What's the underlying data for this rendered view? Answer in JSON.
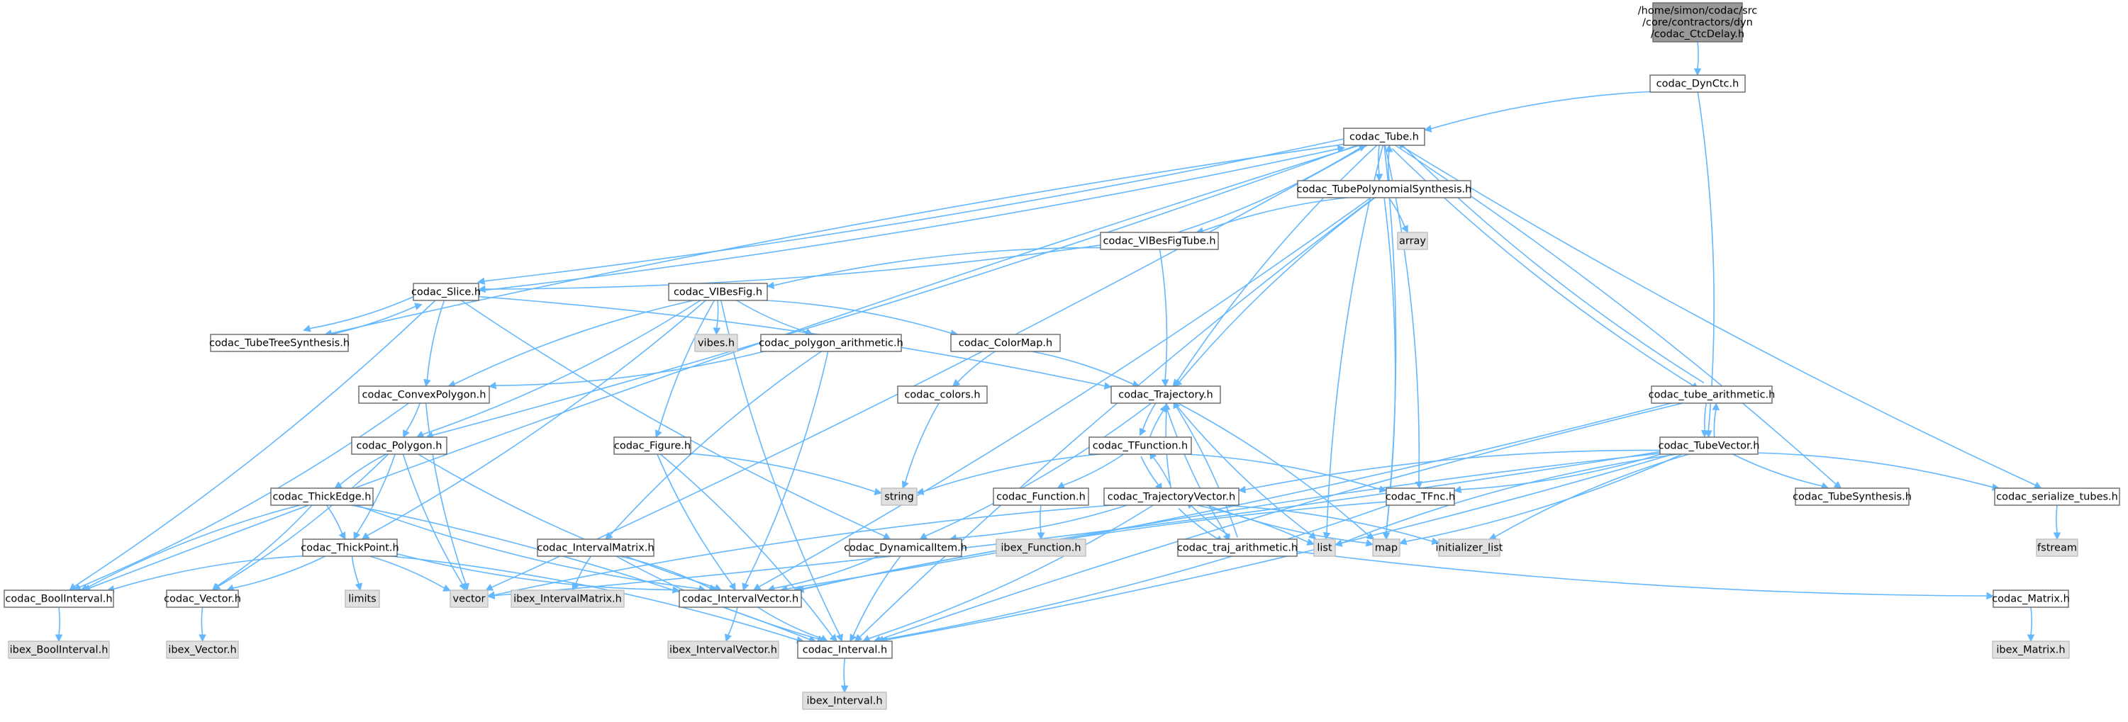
{
  "colors": {
    "edge": "#63b8ff",
    "node_fill": "#ffffff",
    "node_border": "#666666",
    "root_fill": "#999999",
    "root_border": "#666666",
    "external_fill": "#e0e0e0",
    "external_border": "#bfbfbf",
    "text": "#000000"
  },
  "nodes": [
    {
      "id": "root",
      "kind": "root",
      "lines": [
        "/home/simon/codac/src",
        "/core/contractors/dyn",
        "/codac_CtcDelay.h"
      ]
    },
    {
      "id": "DynCtc",
      "kind": "file",
      "lines": [
        "codac_DynCtc.h"
      ]
    },
    {
      "id": "Tube",
      "kind": "file",
      "lines": [
        "codac_Tube.h"
      ]
    },
    {
      "id": "TubePolynomialSynthesis",
      "kind": "file",
      "lines": [
        "codac_TubePolynomialSynthesis.h"
      ]
    },
    {
      "id": "array",
      "kind": "external",
      "lines": [
        "array"
      ]
    },
    {
      "id": "VIBesFigTube",
      "kind": "file",
      "lines": [
        "codac_VIBesFigTube.h"
      ]
    },
    {
      "id": "Slice",
      "kind": "file",
      "lines": [
        "codac_Slice.h"
      ]
    },
    {
      "id": "VIBesFig",
      "kind": "file",
      "lines": [
        "codac_VIBesFig.h"
      ]
    },
    {
      "id": "TubeTreeSynthesis",
      "kind": "file",
      "lines": [
        "codac_TubeTreeSynthesis.h"
      ]
    },
    {
      "id": "vibes",
      "kind": "external",
      "lines": [
        "vibes.h"
      ]
    },
    {
      "id": "polygon_arithmetic",
      "kind": "file",
      "lines": [
        "codac_polygon_arithmetic.h"
      ]
    },
    {
      "id": "ColorMap",
      "kind": "file",
      "lines": [
        "codac_ColorMap.h"
      ]
    },
    {
      "id": "ConvexPolygon",
      "kind": "file",
      "lines": [
        "codac_ConvexPolygon.h"
      ]
    },
    {
      "id": "colors",
      "kind": "file",
      "lines": [
        "codac_colors.h"
      ]
    },
    {
      "id": "Trajectory",
      "kind": "file",
      "lines": [
        "codac_Trajectory.h"
      ]
    },
    {
      "id": "tube_arithmetic",
      "kind": "file",
      "lines": [
        "codac_tube_arithmetic.h"
      ]
    },
    {
      "id": "Polygon",
      "kind": "file",
      "lines": [
        "codac_Polygon.h"
      ]
    },
    {
      "id": "Figure",
      "kind": "file",
      "lines": [
        "codac_Figure.h"
      ]
    },
    {
      "id": "TFunction",
      "kind": "file",
      "lines": [
        "codac_TFunction.h"
      ]
    },
    {
      "id": "TubeVector",
      "kind": "file",
      "lines": [
        "codac_TubeVector.h"
      ]
    },
    {
      "id": "string",
      "kind": "external",
      "lines": [
        "string"
      ]
    },
    {
      "id": "ThickEdge",
      "kind": "file",
      "lines": [
        "codac_ThickEdge.h"
      ]
    },
    {
      "id": "Function",
      "kind": "file",
      "lines": [
        "codac_Function.h"
      ]
    },
    {
      "id": "TrajectoryVector",
      "kind": "file",
      "lines": [
        "codac_TrajectoryVector.h"
      ]
    },
    {
      "id": "TFnc",
      "kind": "file",
      "lines": [
        "codac_TFnc.h"
      ]
    },
    {
      "id": "TubeSynthesis",
      "kind": "file",
      "lines": [
        "codac_TubeSynthesis.h"
      ]
    },
    {
      "id": "serialize_tubes",
      "kind": "file",
      "lines": [
        "codac_serialize_tubes.h"
      ]
    },
    {
      "id": "ibex_Function",
      "kind": "external",
      "lines": [
        "ibex_Function.h"
      ]
    },
    {
      "id": "IntervalMatrix",
      "kind": "file",
      "lines": [
        "codac_IntervalMatrix.h"
      ]
    },
    {
      "id": "ThickPoint",
      "kind": "file",
      "lines": [
        "codac_ThickPoint.h"
      ]
    },
    {
      "id": "DynamicalItem",
      "kind": "file",
      "lines": [
        "codac_DynamicalItem.h"
      ]
    },
    {
      "id": "traj_arithmetic",
      "kind": "file",
      "lines": [
        "codac_traj_arithmetic.h"
      ]
    },
    {
      "id": "list",
      "kind": "external",
      "lines": [
        "list"
      ]
    },
    {
      "id": "map",
      "kind": "external",
      "lines": [
        "map"
      ]
    },
    {
      "id": "initializer_list",
      "kind": "external",
      "lines": [
        "initializer_list"
      ]
    },
    {
      "id": "fstream",
      "kind": "external",
      "lines": [
        "fstream"
      ]
    },
    {
      "id": "BoolInterval",
      "kind": "file",
      "lines": [
        "codac_BoolInterval.h"
      ]
    },
    {
      "id": "limits",
      "kind": "external",
      "lines": [
        "limits"
      ]
    },
    {
      "id": "Vector",
      "kind": "file",
      "lines": [
        "codac_Vector.h"
      ]
    },
    {
      "id": "vector",
      "kind": "external",
      "lines": [
        "vector"
      ]
    },
    {
      "id": "ibex_IntervalMatrix",
      "kind": "external",
      "lines": [
        "ibex_IntervalMatrix.h"
      ]
    },
    {
      "id": "IntervalVector",
      "kind": "file",
      "lines": [
        "codac_IntervalVector.h"
      ]
    },
    {
      "id": "Matrix",
      "kind": "file",
      "lines": [
        "codac_Matrix.h"
      ]
    },
    {
      "id": "ibex_BoolInterval",
      "kind": "external",
      "lines": [
        "ibex_BoolInterval.h"
      ]
    },
    {
      "id": "ibex_Vector",
      "kind": "external",
      "lines": [
        "ibex_Vector.h"
      ]
    },
    {
      "id": "ibex_IntervalVector",
      "kind": "external",
      "lines": [
        "ibex_IntervalVector.h"
      ]
    },
    {
      "id": "Interval",
      "kind": "file",
      "lines": [
        "codac_Interval.h"
      ]
    },
    {
      "id": "ibex_Matrix",
      "kind": "external",
      "lines": [
        "ibex_Matrix.h"
      ]
    },
    {
      "id": "ibex_Interval",
      "kind": "external",
      "lines": [
        "ibex_Interval.h"
      ]
    }
  ],
  "edges": [
    [
      "root",
      "DynCtc"
    ],
    [
      "DynCtc",
      "Tube"
    ],
    [
      "DynCtc",
      "TubeVector"
    ],
    [
      "Tube",
      "TubePolynomialSynthesis"
    ],
    [
      "Tube",
      "Slice"
    ],
    [
      "Tube",
      "TubeTreeSynthesis"
    ],
    [
      "Tube",
      "Polygon"
    ],
    [
      "Tube",
      "BoolInterval"
    ],
    [
      "Tube",
      "vector"
    ],
    [
      "Tube",
      "Trajectory"
    ],
    [
      "Tube",
      "TFnc"
    ],
    [
      "Tube",
      "list"
    ],
    [
      "Tube",
      "map"
    ],
    [
      "Tube",
      "tube_arithmetic"
    ],
    [
      "Tube",
      "TubeSynthesis"
    ],
    [
      "Tube",
      "serialize_tubes"
    ],
    [
      "TubePolynomialSynthesis",
      "Tube"
    ],
    [
      "TubePolynomialSynthesis",
      "VIBesFigTube"
    ],
    [
      "TubePolynomialSynthesis",
      "array"
    ],
    [
      "TubePolynomialSynthesis",
      "Trajectory"
    ],
    [
      "TubePolynomialSynthesis",
      "map"
    ],
    [
      "TubePolynomialSynthesis",
      "Interval"
    ],
    [
      "TubePolynomialSynthesis",
      "IntervalVector"
    ],
    [
      "VIBesFigTube",
      "Tube"
    ],
    [
      "VIBesFigTube",
      "Slice"
    ],
    [
      "VIBesFigTube",
      "VIBesFig"
    ],
    [
      "VIBesFigTube",
      "Trajectory"
    ],
    [
      "Slice",
      "Tube"
    ],
    [
      "Slice",
      "TubeTreeSynthesis"
    ],
    [
      "Slice",
      "ConvexPolygon"
    ],
    [
      "Slice",
      "Trajectory"
    ],
    [
      "Slice",
      "DynamicalItem"
    ],
    [
      "Slice",
      "BoolInterval"
    ],
    [
      "TubeTreeSynthesis",
      "Slice"
    ],
    [
      "VIBesFig",
      "vibes"
    ],
    [
      "VIBesFig",
      "polygon_arithmetic"
    ],
    [
      "VIBesFig",
      "ColorMap"
    ],
    [
      "VIBesFig",
      "ConvexPolygon"
    ],
    [
      "VIBesFig",
      "Polygon"
    ],
    [
      "VIBesFig",
      "Figure"
    ],
    [
      "VIBesFig",
      "ThickPoint"
    ],
    [
      "VIBesFig",
      "Interval"
    ],
    [
      "polygon_arithmetic",
      "ConvexPolygon"
    ],
    [
      "polygon_arithmetic",
      "IntervalMatrix"
    ],
    [
      "polygon_arithmetic",
      "IntervalVector"
    ],
    [
      "ColorMap",
      "colors"
    ],
    [
      "ColorMap",
      "Trajectory"
    ],
    [
      "colors",
      "string"
    ],
    [
      "ConvexPolygon",
      "Polygon"
    ],
    [
      "ConvexPolygon",
      "vector"
    ],
    [
      "ConvexPolygon",
      "BoolInterval"
    ],
    [
      "Polygon",
      "ThickEdge"
    ],
    [
      "Polygon",
      "ThickPoint"
    ],
    [
      "Polygon",
      "vector"
    ],
    [
      "Polygon",
      "Vector"
    ],
    [
      "Polygon",
      "IntervalVector"
    ],
    [
      "Figure",
      "string"
    ],
    [
      "Figure",
      "IntervalVector"
    ],
    [
      "Figure",
      "Interval"
    ],
    [
      "Trajectory",
      "TFunction"
    ],
    [
      "Trajectory",
      "DynamicalItem"
    ],
    [
      "Trajectory",
      "list"
    ],
    [
      "Trajectory",
      "map"
    ],
    [
      "Trajectory",
      "traj_arithmetic"
    ],
    [
      "TFunction",
      "Trajectory"
    ],
    [
      "TFunction",
      "string"
    ],
    [
      "TFunction",
      "Function"
    ],
    [
      "TFunction",
      "TrajectoryVector"
    ],
    [
      "TFunction",
      "TFnc"
    ],
    [
      "Function",
      "ibex_Function"
    ],
    [
      "TrajectoryVector",
      "Trajectory"
    ],
    [
      "TrajectoryVector",
      "TFunction"
    ],
    [
      "TrajectoryVector",
      "DynamicalItem"
    ],
    [
      "TrajectoryVector",
      "traj_arithmetic"
    ],
    [
      "TrajectoryVector",
      "list"
    ],
    [
      "TrajectoryVector",
      "map"
    ],
    [
      "TrajectoryVector",
      "initializer_list"
    ],
    [
      "TrajectoryVector",
      "vector"
    ],
    [
      "TrajectoryVector",
      "Interval"
    ],
    [
      "traj_arithmetic",
      "Trajectory"
    ],
    [
      "traj_arithmetic",
      "TrajectoryVector"
    ],
    [
      "traj_arithmetic",
      "Matrix"
    ],
    [
      "tube_arithmetic",
      "Tube"
    ],
    [
      "tube_arithmetic",
      "TubeVector"
    ],
    [
      "tube_arithmetic",
      "IntervalVector"
    ],
    [
      "tube_arithmetic",
      "Interval"
    ],
    [
      "TubeVector",
      "tube_arithmetic"
    ],
    [
      "TubeVector",
      "TrajectoryVector"
    ],
    [
      "TubeVector",
      "TFnc"
    ],
    [
      "TubeVector",
      "TubeSynthesis"
    ],
    [
      "TubeVector",
      "serialize_tubes"
    ],
    [
      "TubeVector",
      "list"
    ],
    [
      "TubeVector",
      "map"
    ],
    [
      "TubeVector",
      "initializer_list"
    ],
    [
      "TubeVector",
      "vector"
    ],
    [
      "TubeVector",
      "IntervalVector"
    ],
    [
      "TubeVector",
      "Interval"
    ],
    [
      "TFnc",
      "IntervalVector"
    ],
    [
      "TFnc",
      "Interval"
    ],
    [
      "serialize_tubes",
      "fstream"
    ],
    [
      "ThickEdge",
      "ThickPoint"
    ],
    [
      "ThickEdge",
      "BoolInterval"
    ],
    [
      "ThickEdge",
      "Vector"
    ],
    [
      "ThickEdge",
      "IntervalVector"
    ],
    [
      "ThickEdge",
      "Interval"
    ],
    [
      "ThickPoint",
      "limits"
    ],
    [
      "ThickPoint",
      "vector"
    ],
    [
      "ThickPoint",
      "BoolInterval"
    ],
    [
      "ThickPoint",
      "Vector"
    ],
    [
      "ThickPoint",
      "IntervalVector"
    ],
    [
      "ThickPoint",
      "Interval"
    ],
    [
      "IntervalMatrix",
      "ibex_IntervalMatrix"
    ],
    [
      "IntervalMatrix",
      "IntervalVector"
    ],
    [
      "IntervalMatrix",
      "Interval"
    ],
    [
      "DynamicalItem",
      "IntervalVector"
    ],
    [
      "DynamicalItem",
      "Interval"
    ],
    [
      "BoolInterval",
      "ibex_BoolInterval"
    ],
    [
      "Vector",
      "ibex_Vector"
    ],
    [
      "IntervalVector",
      "ibex_IntervalVector"
    ],
    [
      "IntervalVector",
      "Interval"
    ],
    [
      "Matrix",
      "ibex_Matrix"
    ],
    [
      "Interval",
      "ibex_Interval"
    ]
  ]
}
